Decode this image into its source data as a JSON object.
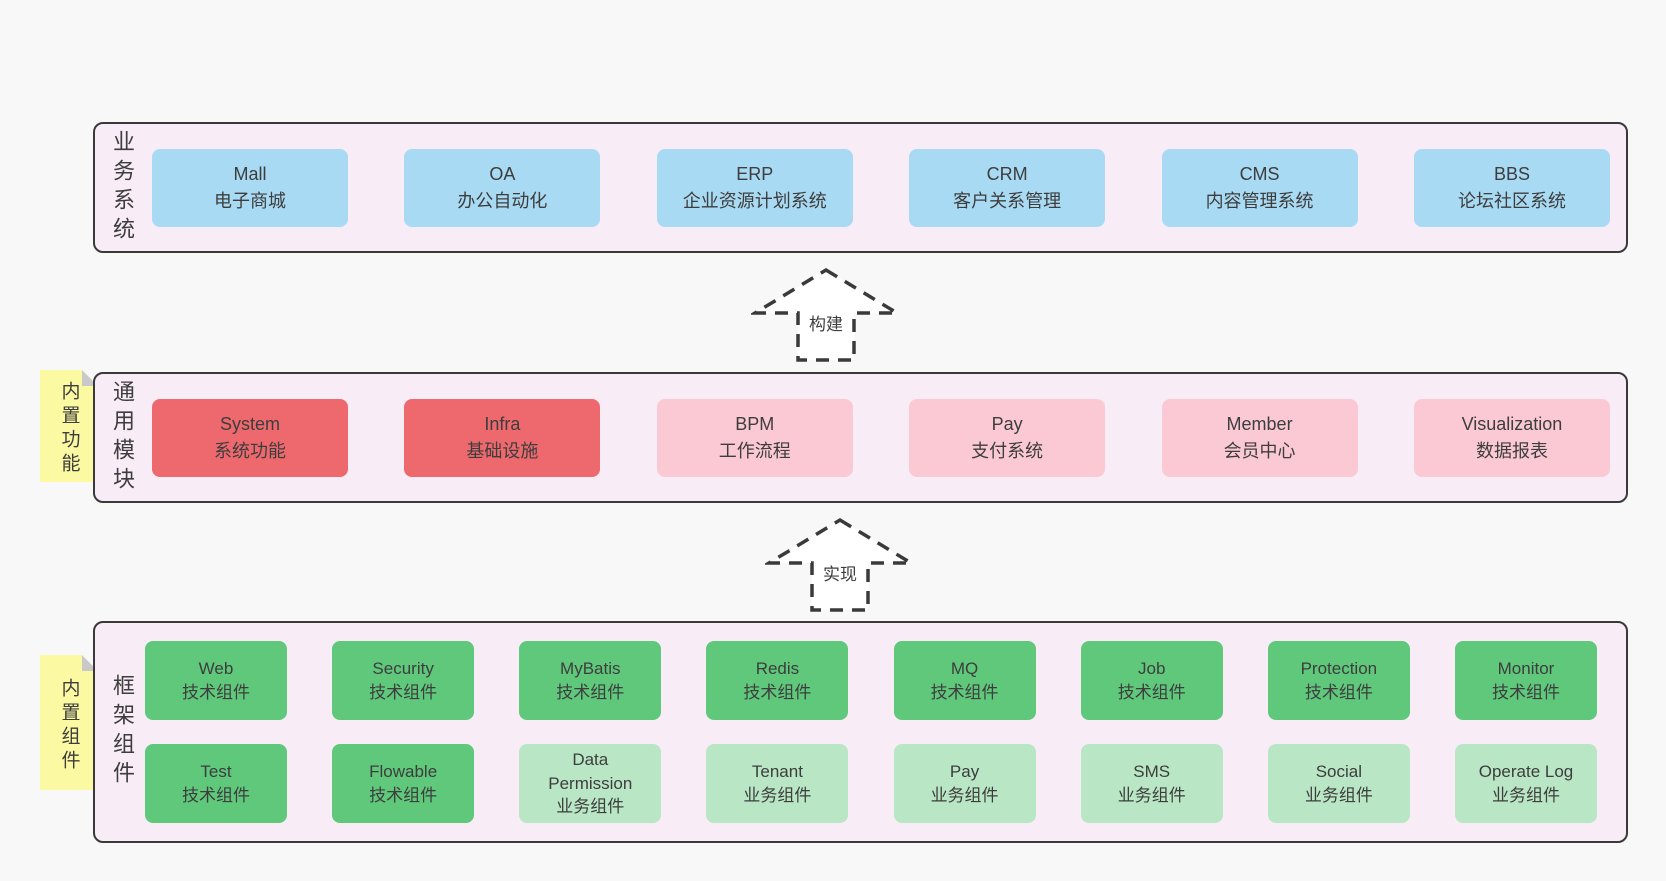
{
  "diagram": {
    "palette": {
      "page_bg": "#f8f8f8",
      "band_bg": "#f8edf6",
      "band_border": "#3a3a3a",
      "text": "#3d3d3d",
      "blue": "#a9daf3",
      "red": "#ee696d",
      "pink": "#fbc9d4",
      "green": "#5fc87b",
      "light-green": "#b9e6c4",
      "note_bg": "#fbf9a2",
      "note_fold": "#c9c9c9",
      "arrow_stroke": "#3a3a3a",
      "arrow_fill": "#ffffff"
    },
    "arrows": [
      {
        "label": "构建"
      },
      {
        "label": "实现"
      }
    ],
    "bands": [
      {
        "id": "business-systems",
        "label": "业务系统",
        "note": "",
        "rows": [
          [
            {
              "name": "Mall",
              "subtitle": "电子商城",
              "type": "blue"
            },
            {
              "name": "OA",
              "subtitle": "办公自动化",
              "type": "blue"
            },
            {
              "name": "ERP",
              "subtitle": "企业资源计划系统",
              "type": "blue"
            },
            {
              "name": "CRM",
              "subtitle": "客户关系管理",
              "type": "blue"
            },
            {
              "name": "CMS",
              "subtitle": "内容管理系统",
              "type": "blue"
            },
            {
              "name": "BBS",
              "subtitle": "论坛社区系统",
              "type": "blue"
            }
          ]
        ]
      },
      {
        "id": "common-modules",
        "label": "通用模块",
        "note": "内置功能",
        "rows": [
          [
            {
              "name": "System",
              "subtitle": "系统功能",
              "type": "red"
            },
            {
              "name": "Infra",
              "subtitle": "基础设施",
              "type": "red"
            },
            {
              "name": "BPM",
              "subtitle": "工作流程",
              "type": "pink"
            },
            {
              "name": "Pay",
              "subtitle": "支付系统",
              "type": "pink"
            },
            {
              "name": "Member",
              "subtitle": "会员中心",
              "type": "pink"
            },
            {
              "name": "Visualization",
              "subtitle": "数据报表",
              "type": "pink"
            }
          ]
        ]
      },
      {
        "id": "framework-components",
        "label": "框架组件",
        "note": "内置组件",
        "rows": [
          [
            {
              "name": "Web",
              "subtitle": "技术组件",
              "type": "green"
            },
            {
              "name": "Security",
              "subtitle": "技术组件",
              "type": "green"
            },
            {
              "name": "MyBatis",
              "subtitle": "技术组件",
              "type": "green"
            },
            {
              "name": "Redis",
              "subtitle": "技术组件",
              "type": "green"
            },
            {
              "name": "MQ",
              "subtitle": "技术组件",
              "type": "green"
            },
            {
              "name": "Job",
              "subtitle": "技术组件",
              "type": "green"
            },
            {
              "name": "Protection",
              "subtitle": "技术组件",
              "type": "green"
            },
            {
              "name": "Monitor",
              "subtitle": "技术组件",
              "type": "green"
            }
          ],
          [
            {
              "name": "Test",
              "subtitle": "技术组件",
              "type": "green"
            },
            {
              "name": "Flowable",
              "subtitle": "技术组件",
              "type": "green"
            },
            {
              "name": "Data\nPermission",
              "subtitle": "业务组件",
              "type": "light-green"
            },
            {
              "name": "Tenant",
              "subtitle": "业务组件",
              "type": "light-green"
            },
            {
              "name": "Pay",
              "subtitle": "业务组件",
              "type": "light-green"
            },
            {
              "name": "SMS",
              "subtitle": "业务组件",
              "type": "light-green"
            },
            {
              "name": "Social",
              "subtitle": "业务组件",
              "type": "light-green"
            },
            {
              "name": "Operate Log",
              "subtitle": "业务组件",
              "type": "light-green"
            }
          ]
        ]
      }
    ]
  }
}
